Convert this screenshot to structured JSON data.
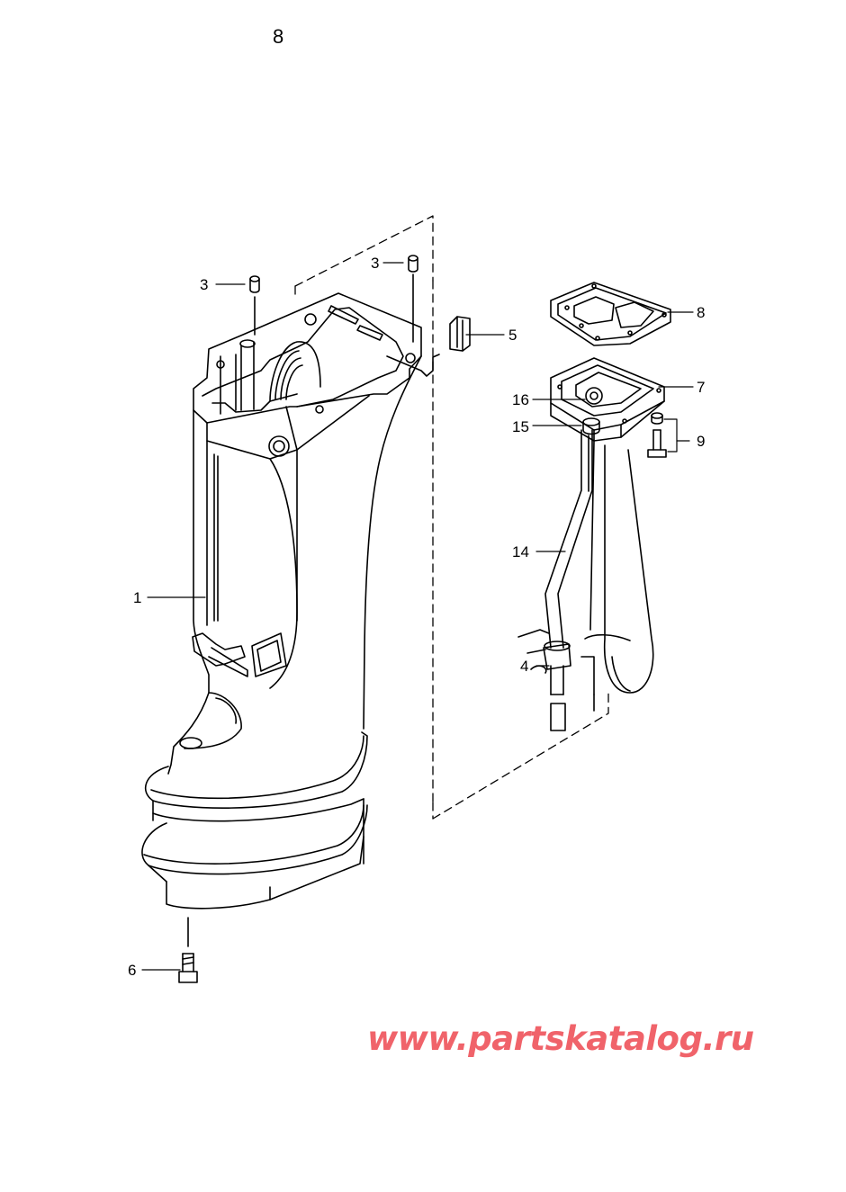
{
  "page_number": "8",
  "watermark": "www.partskatalog.ru",
  "colors": {
    "line": "#000000",
    "watermark": "#f0636a"
  },
  "callouts": {
    "c1": "1",
    "c3a": "3",
    "c3b": "3",
    "c4": "4",
    "c5": "5",
    "c6": "6",
    "c7": "7",
    "c8": "8",
    "c9": "9",
    "c14": "14",
    "c15": "15",
    "c16": "16"
  }
}
